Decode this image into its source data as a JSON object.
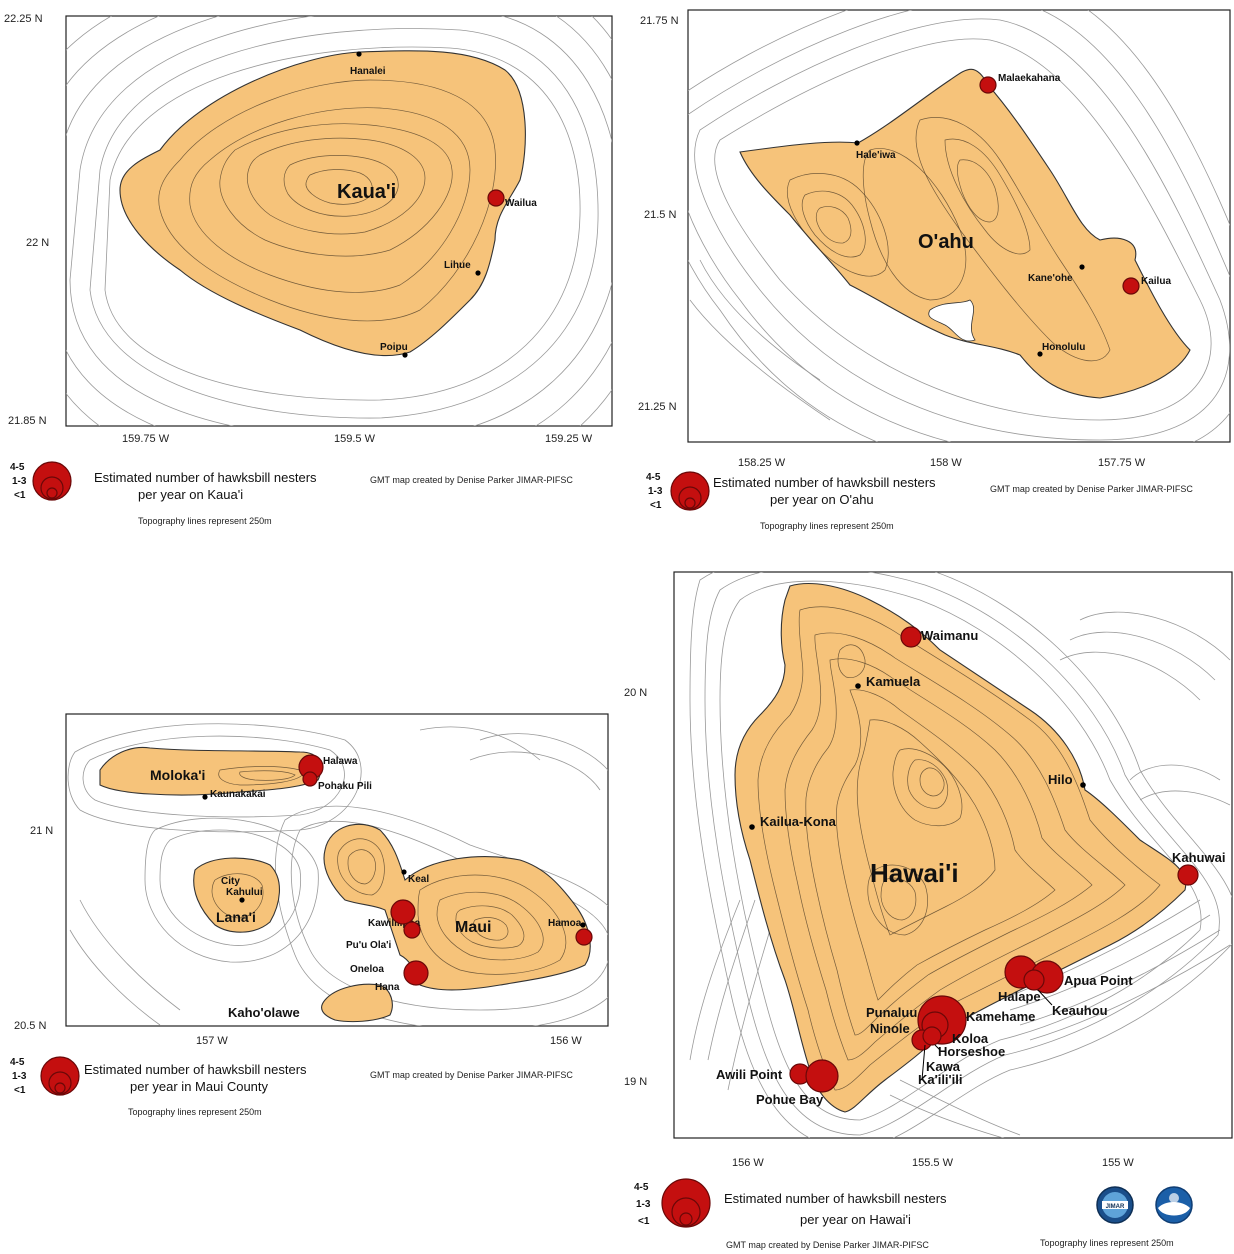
{
  "panels": {
    "kauai": {
      "island": "Kaua'i",
      "lat_ticks": [
        "22.25 N",
        "22 N",
        "21.85 N"
      ],
      "lon_ticks": [
        "159.75 W",
        "159.5 W",
        "159.25 W"
      ],
      "places": [
        "Hanalei",
        "Wailua",
        "Lihue",
        "Poipu"
      ],
      "legend_line1": "Estimated number of hawksbill nesters",
      "legend_line2": "per year on Kaua'i",
      "topo_note": "Topography lines represent 250m",
      "credit": "GMT map created by Denise Parker JIMAR-PIFSC"
    },
    "oahu": {
      "island": "O'ahu",
      "lat_ticks": [
        "21.75 N",
        "21.5 N",
        "21.25 N"
      ],
      "lon_ticks": [
        "158.25 W",
        "158 W",
        "157.75 W"
      ],
      "places": [
        "Malaekahana",
        "Hale'iwa",
        "Kane'ohe",
        "Kailua",
        "Honolulu"
      ],
      "legend_line1": "Estimated number of hawksbill nesters",
      "legend_line2": "per year on O'ahu",
      "topo_note": "Topography lines represent 250m",
      "credit": "GMT map created by Denise Parker JIMAR-PIFSC"
    },
    "maui": {
      "islands": [
        "Moloka'i",
        "Lana'i",
        "Maui",
        "Kaho'olawe"
      ],
      "lat_ticks": [
        "21 N",
        "20.5 N"
      ],
      "lon_ticks": [
        "157 W",
        "156 W"
      ],
      "places": [
        "Halawa",
        "Pohaku Pili",
        "Kaunakakai",
        "Lana'i",
        "City",
        "Kahului",
        "Keal",
        "Kawililipoa",
        "Pu'u Ola'i",
        "Oneloa",
        "Hana",
        "Hamoa"
      ],
      "legend_line1": "Estimated number of hawksbill nesters",
      "legend_line2": "per year in Maui County",
      "topo_note": "Topography lines represent 250m",
      "credit": "GMT map created by Denise Parker JIMAR-PIFSC"
    },
    "hawaii": {
      "island": "Hawai'i",
      "lat_ticks": [
        "20 N",
        "19 N"
      ],
      "lon_ticks": [
        "156 W",
        "155.5 W",
        "155 W"
      ],
      "places": [
        "Waimanu",
        "Kamuela",
        "Hilo",
        "Kailua-Kona",
        "Kahuwai",
        "Halape",
        "Apua Point",
        "Keauhou",
        "Punaluu",
        "Kamehame",
        "Ninole",
        "Koloa",
        "Horseshoe",
        "Kawa",
        "Ka'ili'ili",
        "Awili Point",
        "Pohue Bay"
      ],
      "legend_line1": "Estimated number of hawksbill nesters",
      "legend_line2": "per year on Hawai'i",
      "topo_note": "Topography lines represent 250m",
      "credit": "GMT map created by Denise Parker JIMAR-PIFSC",
      "logos": [
        "JIMAR"
      ]
    }
  },
  "legend_categories": [
    "4-5",
    "1-3",
    "<1"
  ],
  "colors": {
    "land": "#f6c37a",
    "nest": "#c40f0f",
    "contour": "#999999"
  }
}
